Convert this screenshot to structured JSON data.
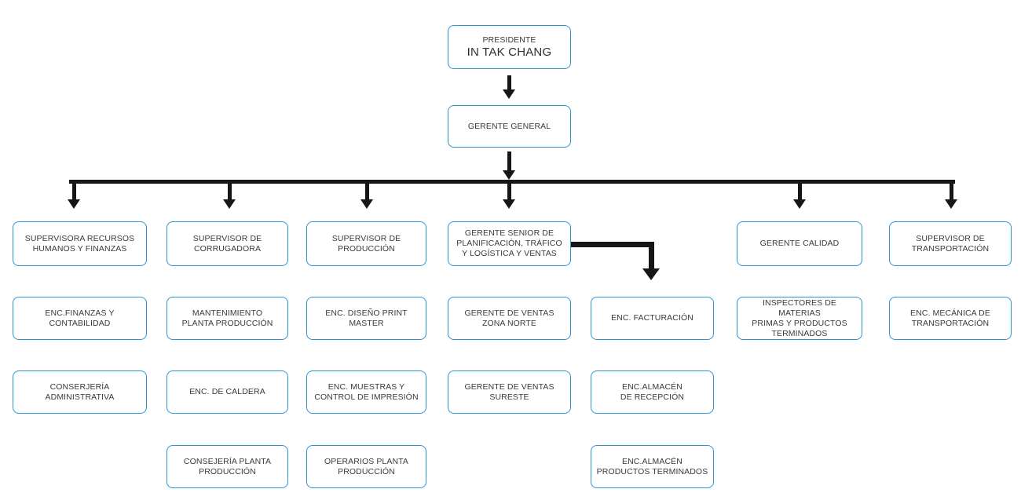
{
  "colors": {
    "accent": "#2B95D6",
    "connector": "#161616",
    "text": "#3A3A3A"
  },
  "nodes": {
    "presidente_title": "PRESIDENTE",
    "presidente_name": "IN TAK CHANG",
    "gerente_general": "GERENTE GENERAL",
    "sup_rh": [
      "SUPERVISORA RECURSOS",
      "HUMANOS Y FINANZAS"
    ],
    "sup_corrugadora": [
      "SUPERVISOR DE",
      "CORRUGADORA"
    ],
    "sup_produccion": [
      "SUPERVISOR DE",
      "PRODUCCIÓN"
    ],
    "gerente_senior": [
      "GERENTE SENIOR DE",
      "PLANIFICACIÓN, TRÁFICO",
      "Y LOGÍSTICA Y VENTAS"
    ],
    "gerente_calidad": "GERENTE CALIDAD",
    "sup_transportacion": [
      "SUPERVISOR DE",
      "TRANSPORTACIÓN"
    ],
    "enc_finanzas": [
      "ENC.FINANZAS Y",
      "CONTABILIDAD"
    ],
    "mantenimiento": [
      "MANTENIMIENTO",
      "PLANTA PRODUCCIÓN"
    ],
    "enc_diseno": [
      "ENC. DISEÑO PRINT",
      "MASTER"
    ],
    "ventas_norte": [
      "GERENTE DE VENTAS",
      "ZONA NORTE"
    ],
    "enc_facturacion": "ENC. FACTURACIÓN",
    "inspectores": [
      "INSPECTORES DE MATERIAS",
      "PRIMAS Y PRODUCTOS",
      "TERMINADOS"
    ],
    "enc_mecanica": [
      "ENC. MECÁNICA DE",
      "TRANSPORTACIÓN"
    ],
    "conserjeria_adm": [
      "CONSERJERÍA",
      "ADMINISTRATIVA"
    ],
    "enc_caldera": "ENC. DE CALDERA",
    "enc_muestras": [
      "ENC. MUESTRAS Y",
      "CONTROL DE IMPRESIÓN"
    ],
    "ventas_sureste": [
      "GERENTE DE VENTAS",
      "SURESTE"
    ],
    "almacen_recepcion": [
      "ENC.ALMACÉN",
      "DE RECEPCIÓN"
    ],
    "consejeria_planta": [
      "CONSEJERÍA PLANTA",
      "PRODUCCIÓN"
    ],
    "operarios": [
      "OPERARIOS PLANTA",
      "PRODUCCIÓN"
    ],
    "almacen_terminados": [
      "ENC.ALMACÉN",
      "PRODUCTOS TERMINADOS"
    ]
  }
}
